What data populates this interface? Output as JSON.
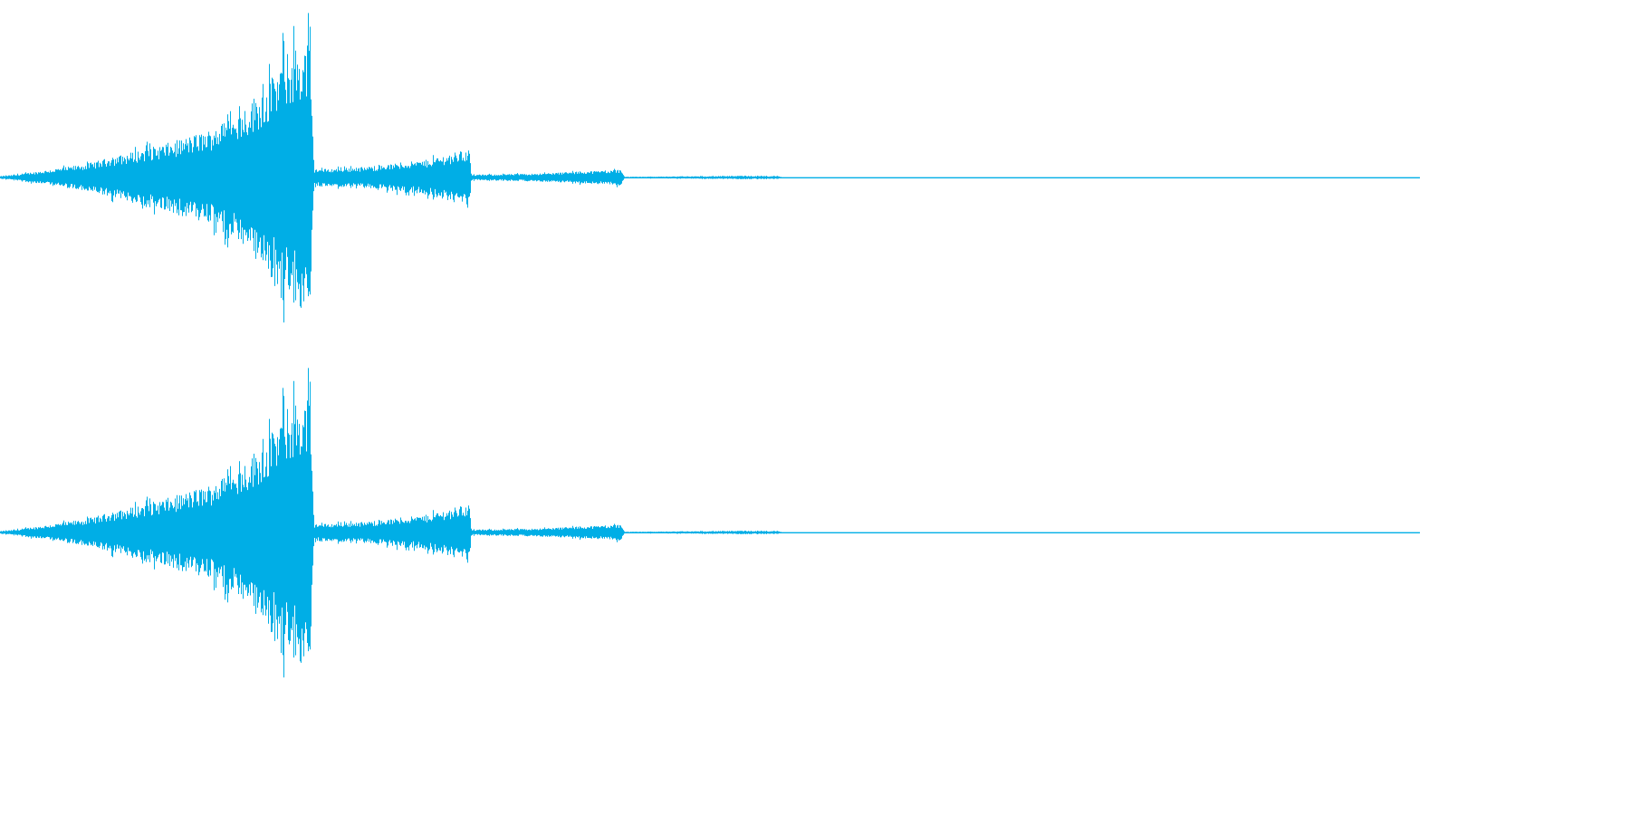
{
  "waveform": {
    "color": "#00aee6",
    "background": "#ffffff",
    "channels": [
      {
        "name": "channel-1"
      },
      {
        "name": "channel-2"
      }
    ],
    "envelope": [
      {
        "t": 0.0,
        "a": 0.01
      },
      {
        "t": 0.01,
        "a": 0.02
      },
      {
        "t": 0.03,
        "a": 0.05
      },
      {
        "t": 0.06,
        "a": 0.1
      },
      {
        "t": 0.09,
        "a": 0.18
      },
      {
        "t": 0.12,
        "a": 0.26
      },
      {
        "t": 0.15,
        "a": 0.36
      },
      {
        "t": 0.17,
        "a": 0.5
      },
      {
        "t": 0.19,
        "a": 0.72
      },
      {
        "t": 0.205,
        "a": 0.96
      },
      {
        "t": 0.218,
        "a": 1.0
      },
      {
        "t": 0.221,
        "a": 0.06
      },
      {
        "t": 0.26,
        "a": 0.08
      },
      {
        "t": 0.3,
        "a": 0.13
      },
      {
        "t": 0.325,
        "a": 0.2
      },
      {
        "t": 0.33,
        "a": 0.21
      },
      {
        "t": 0.332,
        "a": 0.02
      },
      {
        "t": 0.38,
        "a": 0.03
      },
      {
        "t": 0.42,
        "a": 0.05
      },
      {
        "t": 0.437,
        "a": 0.06
      },
      {
        "t": 0.44,
        "a": 0.005
      },
      {
        "t": 0.48,
        "a": 0.008
      },
      {
        "t": 0.52,
        "a": 0.012
      },
      {
        "t": 0.548,
        "a": 0.01
      },
      {
        "t": 0.552,
        "a": 0.001
      },
      {
        "t": 1.0,
        "a": 0.001
      }
    ]
  }
}
